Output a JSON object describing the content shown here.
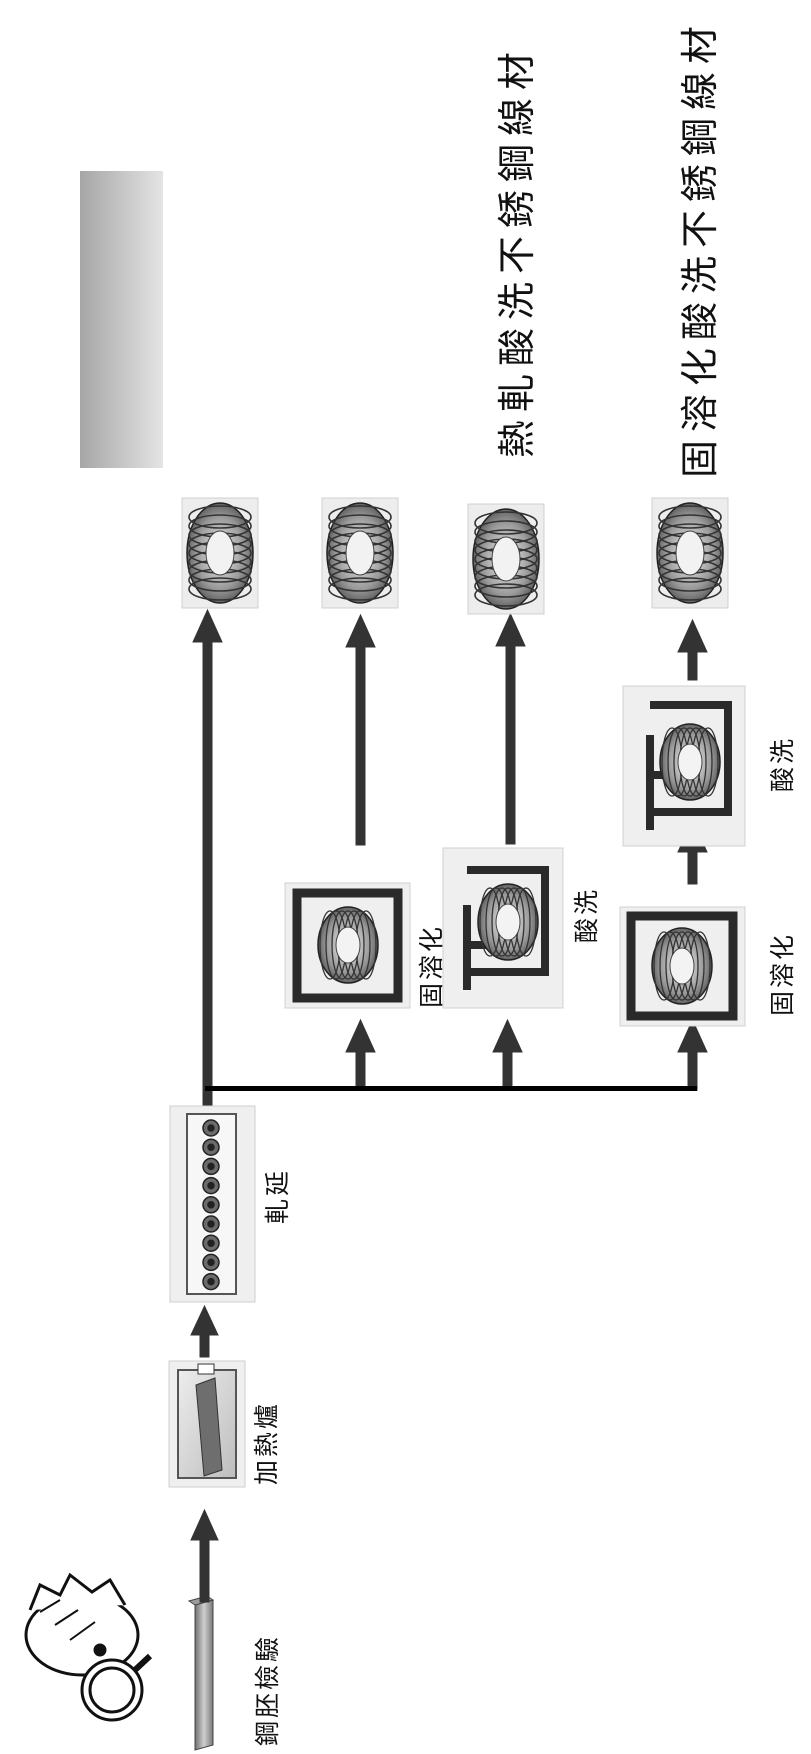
{
  "products": {
    "hot_rolled_pickled": "熱軋酸洗不銹鋼線材",
    "solution_pickled": "固溶化酸洗不銹鋼線材"
  },
  "steps": {
    "billet_inspection": "鋼胚檢驗",
    "heating_furnace": "加熱爐",
    "rolling": "軋延",
    "solution_treatment": "固溶化",
    "pickling": "酸洗"
  },
  "icons": {
    "inspector": "inspector-magnifier-icon",
    "billet": "steel-billet-icon",
    "furnace": "heating-furnace-icon",
    "rolling_mill": "rolling-mill-icon",
    "wire_coil": "wire-coil-icon",
    "solution_furnace": "solution-furnace-icon",
    "pickling_tank": "pickling-tank-icon"
  },
  "colors": {
    "arrow": "#333333",
    "line": "#000000",
    "box_bg": "#ececec",
    "banner_light": "#e4e4e4",
    "banner_dark": "#a6a6a6"
  }
}
